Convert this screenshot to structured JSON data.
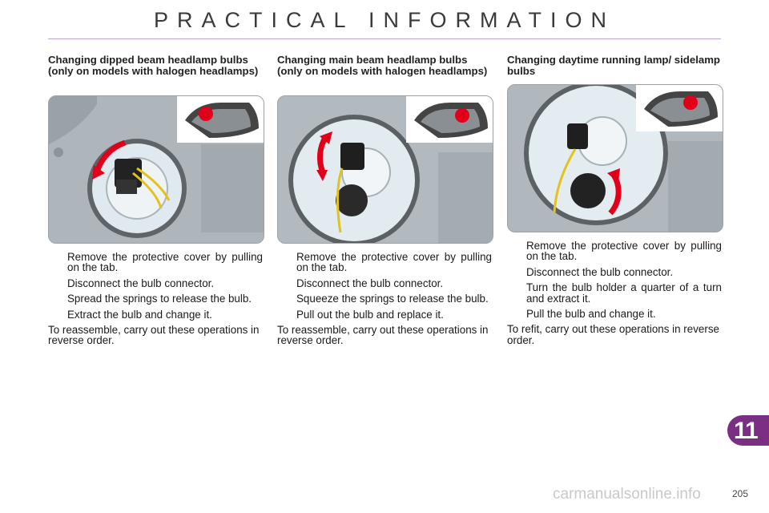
{
  "header": {
    "title": "PRACTICAL INFORMATION"
  },
  "columns": [
    {
      "heading": "Changing dipped beam headlamp bulbs (only on models with halogen headlamps)",
      "steps": [
        "Remove the protective cover by pulling on the tab.",
        "Disconnect the bulb connector.",
        "Spread the springs to release the bulb.",
        "Extract the bulb and change it."
      ],
      "note": "To reassemble, carry out these operations in reverse order."
    },
    {
      "heading": "Changing main beam headlamp bulbs (only on models with halogen headlamps)",
      "steps": [
        "Remove the protective cover by pulling on the tab.",
        "Disconnect the bulb connector.",
        "Squeeze the springs to release the bulb.",
        "Pull out the bulb and replace it."
      ],
      "note": "To reassemble, carry out these operations in reverse order."
    },
    {
      "heading": "Changing daytime running lamp/ sidelamp bulbs",
      "steps": [
        "Remove the protective cover by pulling on the tab.",
        "Disconnect the bulb connector.",
        "Turn the bulb holder a quarter of a turn and extract it.",
        "Pull the bulb and change it."
      ],
      "note": "To refit, carry out these operations in reverse order."
    }
  ],
  "bullet_symbol": "",
  "icons": {
    "bullet": "hand-pointer-icon"
  },
  "colors": {
    "accent": "#7a2e84",
    "rule": "#b7a6c9",
    "marker": "#e0001a"
  },
  "chapter": "11",
  "page_number": "205",
  "watermark": "carmanualsonline.info"
}
